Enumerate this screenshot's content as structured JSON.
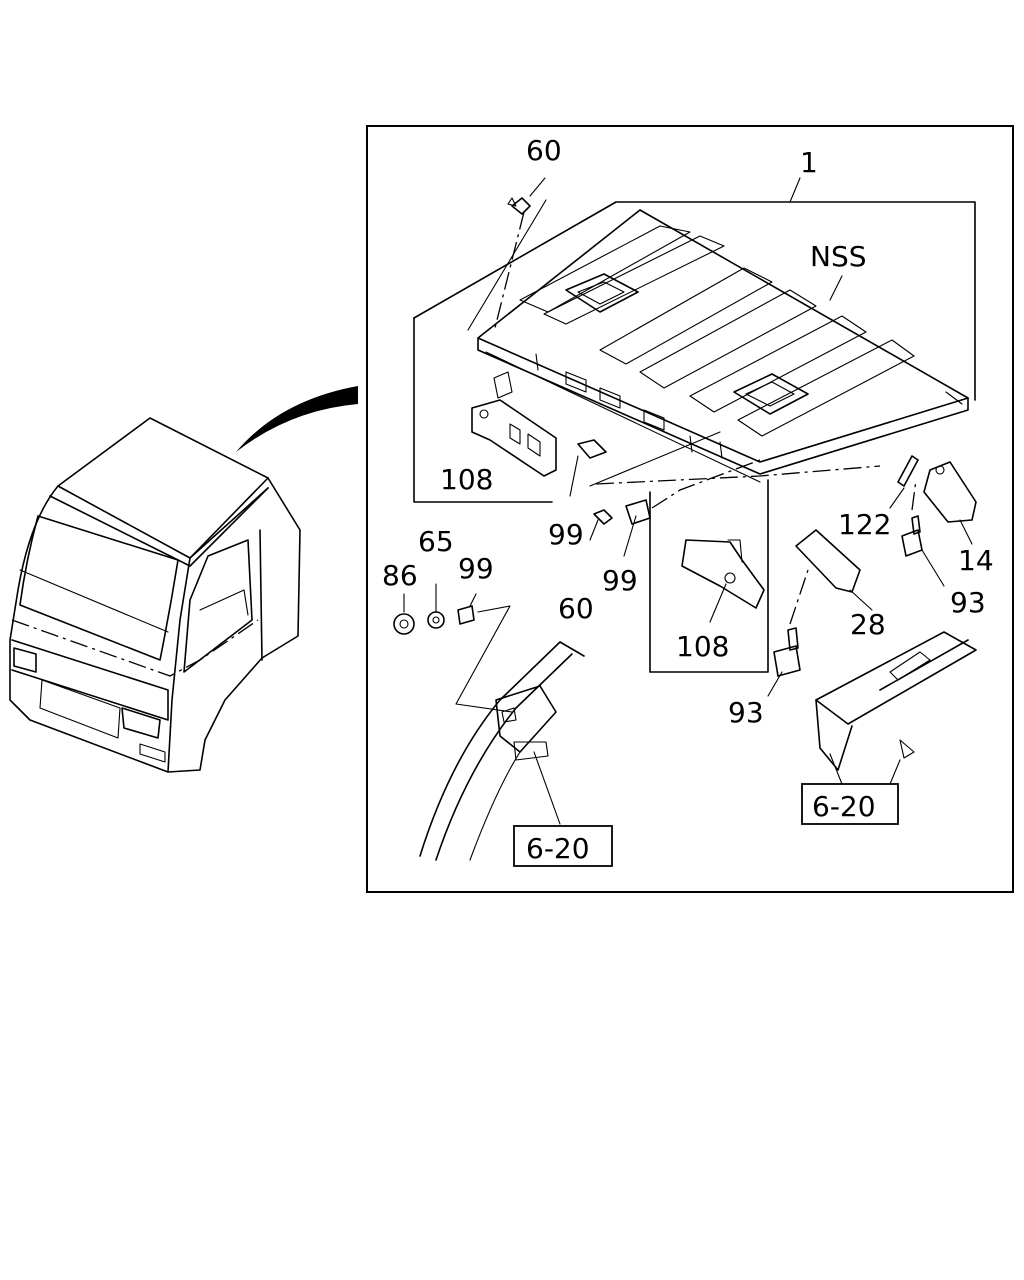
{
  "callouts": {
    "c60_top": "60",
    "c1": "1",
    "nss": "NSS",
    "c108_left": "108",
    "c99_center": "99",
    "c60_mid": "60",
    "c99_mid": "99",
    "c65": "65",
    "c86": "86",
    "c99_left": "99",
    "c108_lower": "108",
    "c122": "122",
    "c14": "14",
    "c93_right": "93",
    "c28": "28",
    "c93_lower": "93"
  },
  "refs": {
    "ref_left": "6-20",
    "ref_right": "6-20"
  }
}
